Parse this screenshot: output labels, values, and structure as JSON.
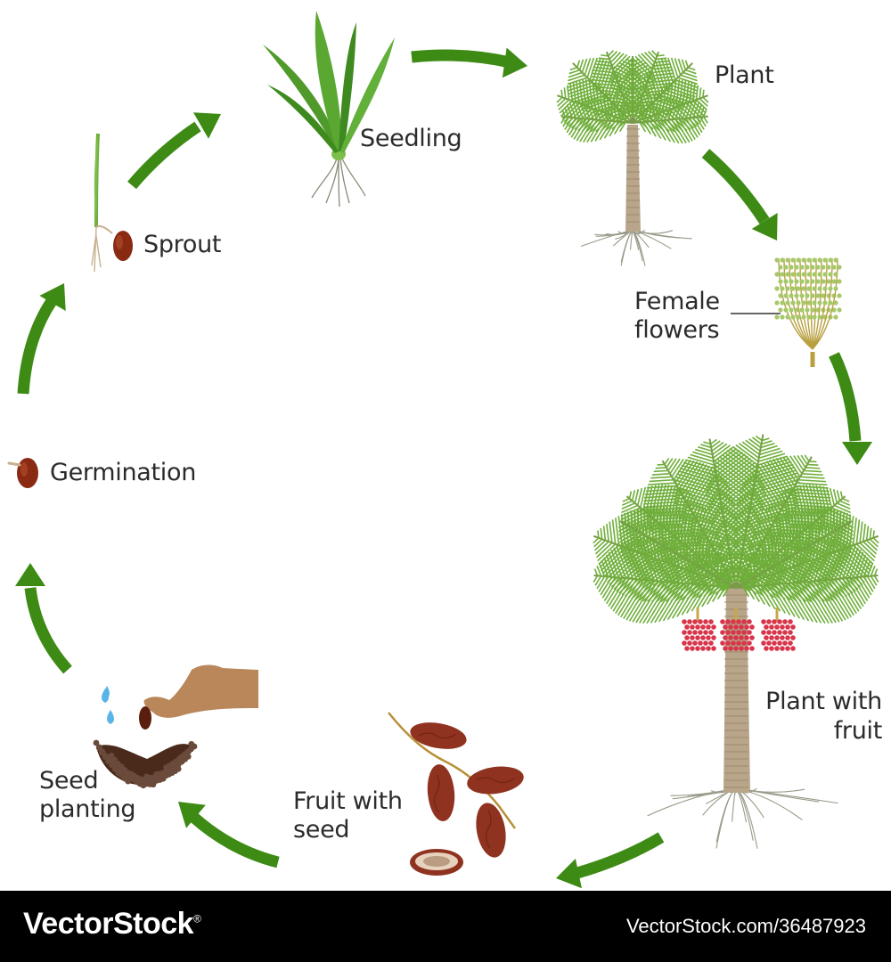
{
  "colors": {
    "arrow": "#3d8b14",
    "frond": "#6fae3a",
    "trunk": "#b8a58a",
    "seed": "#8a2a12",
    "date": "#8f3320",
    "fruit_cluster": "#d8344a",
    "skin": "#b9875a",
    "water": "#5ab4e8",
    "footer_bg": "#000000"
  },
  "stages": {
    "seedling": "Seedling",
    "plant": "Plant",
    "female_flowers": "Female\nflowers",
    "plant_with_fruit": "Plant with\nfruit",
    "fruit_with_seed": "Fruit with\nseed",
    "seed_planting": "Seed\nplanting",
    "germination": "Germination",
    "sprout": "Sprout"
  },
  "icons": [
    "seedling-icon",
    "palm-tree-icon",
    "female-flowers-icon",
    "palm-with-fruit-icon",
    "dates-icon",
    "hand-planting-seed-icon",
    "germinating-seed-icon",
    "sprout-icon",
    "cycle-arrow-icon"
  ],
  "footer": {
    "brand": "VectorStock",
    "brand_mark": "®",
    "url": "VectorStock.com/36487923"
  }
}
